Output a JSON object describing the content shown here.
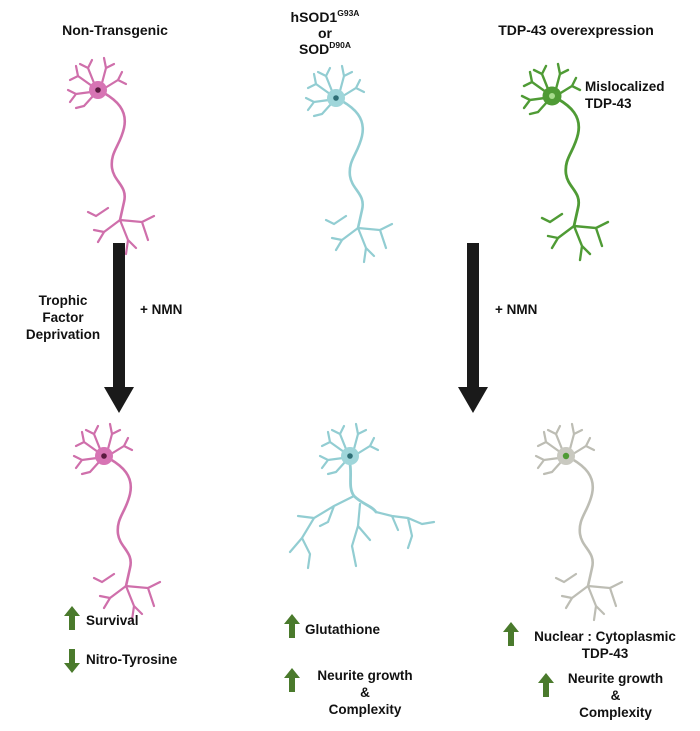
{
  "columns": {
    "left": {
      "title": "Non-Transgenic"
    },
    "middle": {
      "title_line1_base": "hSOD1",
      "title_line1_sup": "G93A",
      "title_line2": "or",
      "title_line3_base": "SOD",
      "title_line3_sup": "D90A"
    },
    "right": {
      "title": "TDP-43 overexpression",
      "annotation_line1": "Mislocalized",
      "annotation_line2": "TDP-43"
    }
  },
  "treatments": {
    "left_condition_line1": "Trophic",
    "left_condition_line2": "Factor",
    "left_condition_line3": "Deprivation",
    "left_treatment": "+ NMN",
    "right_treatment": "+ NMN"
  },
  "outcomes": {
    "left": [
      {
        "direction": "up",
        "text": "Survival"
      },
      {
        "direction": "down",
        "text": "Nitro-Tyrosine"
      }
    ],
    "middle": [
      {
        "direction": "up",
        "text": "Glutathione"
      },
      {
        "direction": "up",
        "text_line1": "Neurite growth",
        "text_line2": "&",
        "text_line3": "Complexity"
      }
    ],
    "right": [
      {
        "direction": "up",
        "text_line1": "Nuclear : Cytoplasmic",
        "text_line2": "TDP-43"
      },
      {
        "direction": "up",
        "text_line1": "Neurite growth",
        "text_line2": "&",
        "text_line3": "Complexity"
      }
    ]
  },
  "colors": {
    "pink_neuron": "#cf6fab",
    "teal_neuron": "#92cdd2",
    "green_neuron": "#4f9b35",
    "grey_neuron": "#bdbdb4",
    "arrow_up_down": "#4a7a2c",
    "big_arrow": "#1a1a1a"
  }
}
